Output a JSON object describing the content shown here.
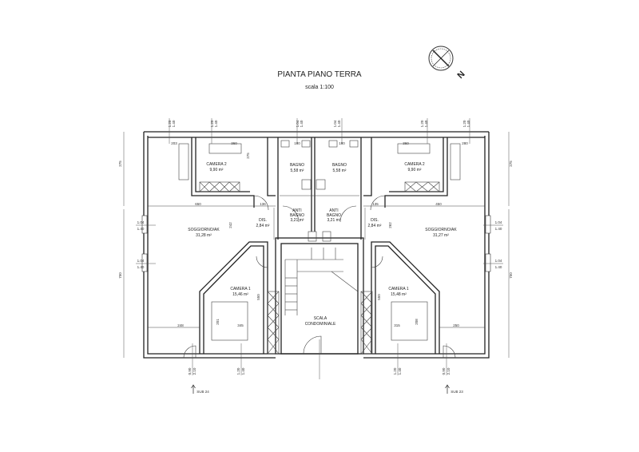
{
  "title": "PIANTA PIANO TERRA",
  "scale": "scala 1:100",
  "north_label": "N",
  "rooms": {
    "camera2_left": {
      "name": "CAMERA 2",
      "area": "9,90 m²"
    },
    "bagno_left": {
      "name": "BAGNO",
      "area": "5,58 m²"
    },
    "bagno_right": {
      "name": "BAGNO",
      "area": "5,58 m²"
    },
    "camera2_right": {
      "name": "CAMERA 2",
      "area": "9,90 m²"
    },
    "antibagno_left": {
      "name1": "ANTI",
      "name2": "BAGNO",
      "area": "3,21 m²"
    },
    "antibagno_right": {
      "name1": "ANTI",
      "name2": "BAGNO",
      "area": "3,21 m²"
    },
    "dis_left": {
      "name": "DIS.",
      "area": "2,84 m²"
    },
    "dis_right": {
      "name": "DIS.",
      "area": "2,84 m²"
    },
    "soggiorno_left": {
      "name": "SOGGIORNO/AK",
      "area": "31,28 m²"
    },
    "soggiorno_right": {
      "name": "SOGGIORNO/AK",
      "area": "31,27 m²"
    },
    "camera1_left": {
      "name": "CAMERA 1",
      "area": "15,46 m²"
    },
    "camera1_right": {
      "name": "CAMERA 1",
      "area": "15,48 m²"
    },
    "scala": {
      "name1": "SCALA",
      "name2": "CONDOMINIALE"
    }
  },
  "dimensions": {
    "top_left": [
      "203",
      "360",
      "180"
    ],
    "top_right": [
      "180",
      "360",
      "280"
    ],
    "mid_left": [
      "650",
      "136"
    ],
    "mid_right": [
      "135",
      "450"
    ],
    "vertical": [
      "275",
      "242",
      "262",
      "550",
      "550",
      "201",
      "208",
      "275",
      "750",
      "750",
      "275"
    ],
    "bottom": [
      "248",
      "345",
      "315",
      "250"
    ],
    "window_top": [
      "1.20",
      "1.40",
      "1.20",
      "1.40",
      "1.04",
      "1.40",
      "1.04",
      "1.40",
      "1.20",
      "1.40",
      "1.20",
      "1.40"
    ],
    "window_side": [
      "1.04",
      "1.40",
      "1.04",
      "1.40",
      "1.04",
      "1.40",
      "1.04",
      "1.40"
    ],
    "window_bottom": [
      "0.90",
      "2.10",
      "1.20",
      "1.40",
      "1.20",
      "1.40",
      "0.90",
      "2.10"
    ]
  },
  "subs": [
    "SUB 24",
    "SUB 23"
  ]
}
